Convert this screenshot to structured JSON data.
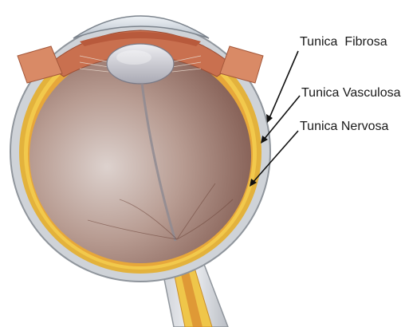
{
  "labels": {
    "fibrosa": "Tunica  Fibrosa",
    "vasculosa": "Tunica Vasculosa",
    "nervosa": "Tunica Nervosa"
  },
  "colors": {
    "sclera": "#cfd3d8",
    "sclera_edge": "#8f959c",
    "choroid": "#e3b23c",
    "retina_outer": "#f2c94c",
    "vitreous_light": "#d9c9c4",
    "vitreous_dark": "#7c564c",
    "muscle": "#c9704f",
    "lens": "#c9c9cf",
    "optic_nerve": "#efc64a"
  }
}
